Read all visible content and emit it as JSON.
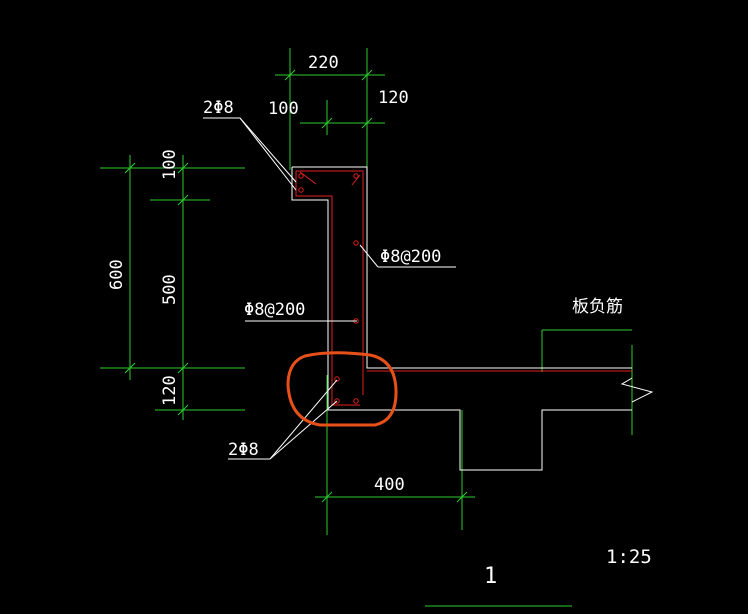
{
  "dimensions": {
    "top_total": "220",
    "top_left": "100",
    "top_right": "120",
    "left_total": "600",
    "left_upper": "100",
    "left_middle": "500",
    "left_lower": "120",
    "bottom_width": "400"
  },
  "annotations": {
    "bar_top": "2Φ8",
    "stirrup_right": "Φ8@200",
    "stirrup_left": "Φ8@200",
    "slab_negative_bar": "板负筋",
    "bar_bottom": "2Φ8"
  },
  "footer": {
    "section_number": "1",
    "scale": "1:25"
  },
  "colors": {
    "background": "#000000",
    "dimension_lines": "#2ecc2e",
    "outline": "#ffffff",
    "rebar": "#e02020",
    "highlight": "#e8501a"
  }
}
